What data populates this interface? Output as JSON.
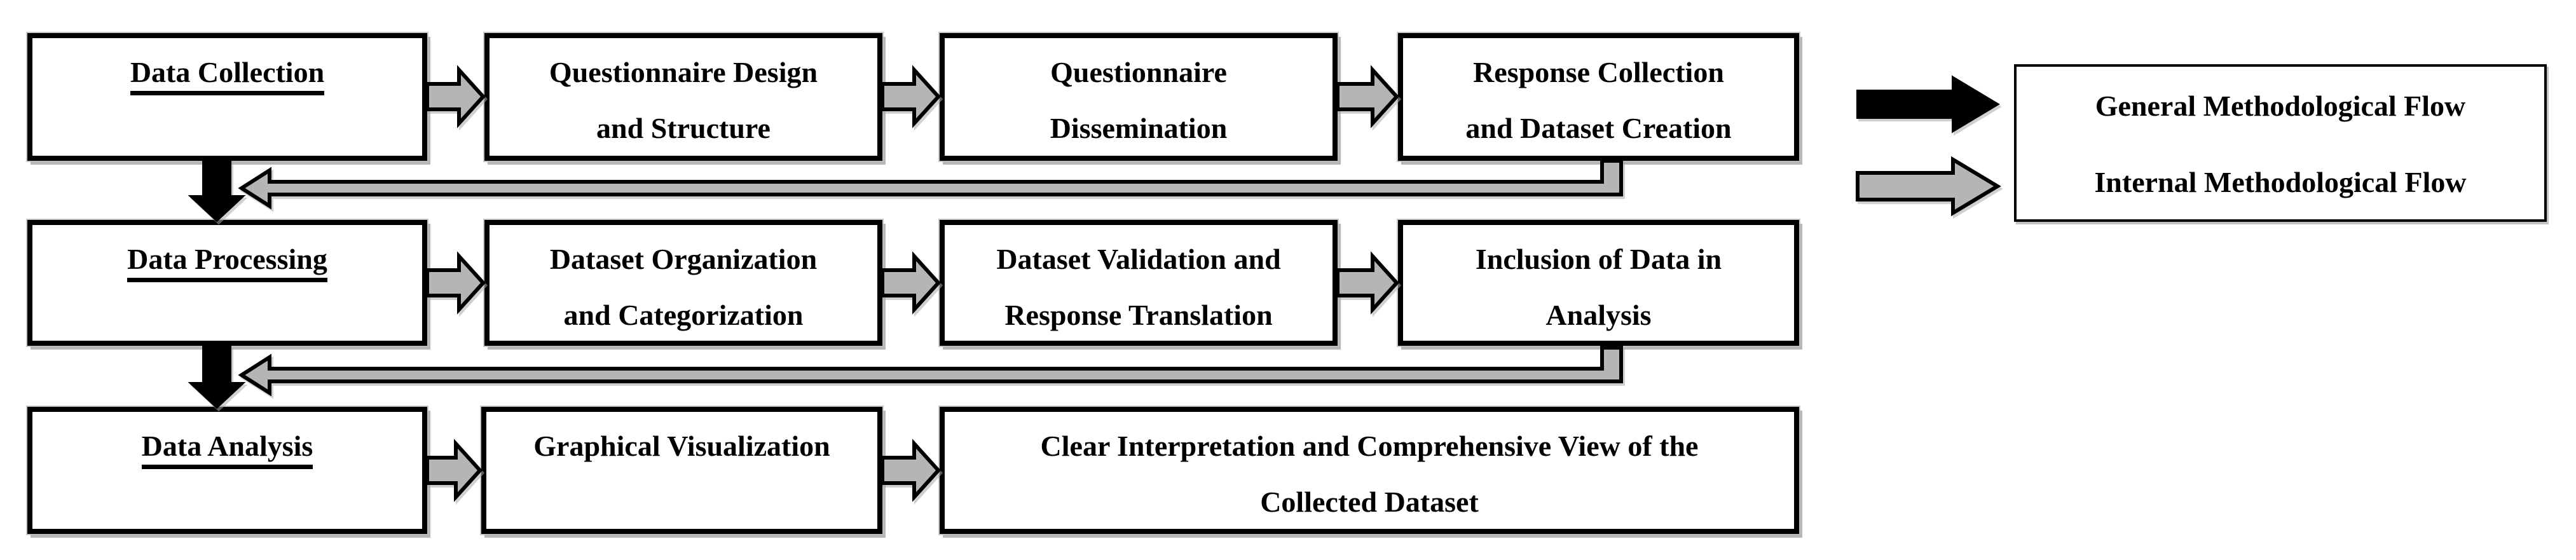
{
  "colors": {
    "arrow_gray": "#b5b5b5",
    "arrow_black": "#000000",
    "box_border": "#000000",
    "background": "#ffffff"
  },
  "boxes": {
    "a1": {
      "line1": "Data Collection"
    },
    "a2": {
      "line1": "Questionnaire Design",
      "line2": "and Structure"
    },
    "a3": {
      "line1": "Questionnaire",
      "line2": "Dissemination"
    },
    "a4": {
      "line1": "Response Collection",
      "line2": "and Dataset Creation"
    },
    "b1": {
      "line1": "Data Processing"
    },
    "b2": {
      "line1": "Dataset Organization",
      "line2": "and Categorization"
    },
    "b3": {
      "line1": "Dataset Validation and",
      "line2": "Response Translation"
    },
    "b4": {
      "line1": "Inclusion of Data in",
      "line2": "Analysis"
    },
    "c1": {
      "line1": "Data Analysis"
    },
    "c2": {
      "line1": "Graphical Visualization"
    },
    "c3": {
      "line1": "Clear Interpretation and Comprehensive View of the",
      "line2": "Collected Dataset"
    }
  },
  "legend": {
    "general_label": "General Methodological Flow",
    "internal_label": "Internal Methodological Flow"
  }
}
